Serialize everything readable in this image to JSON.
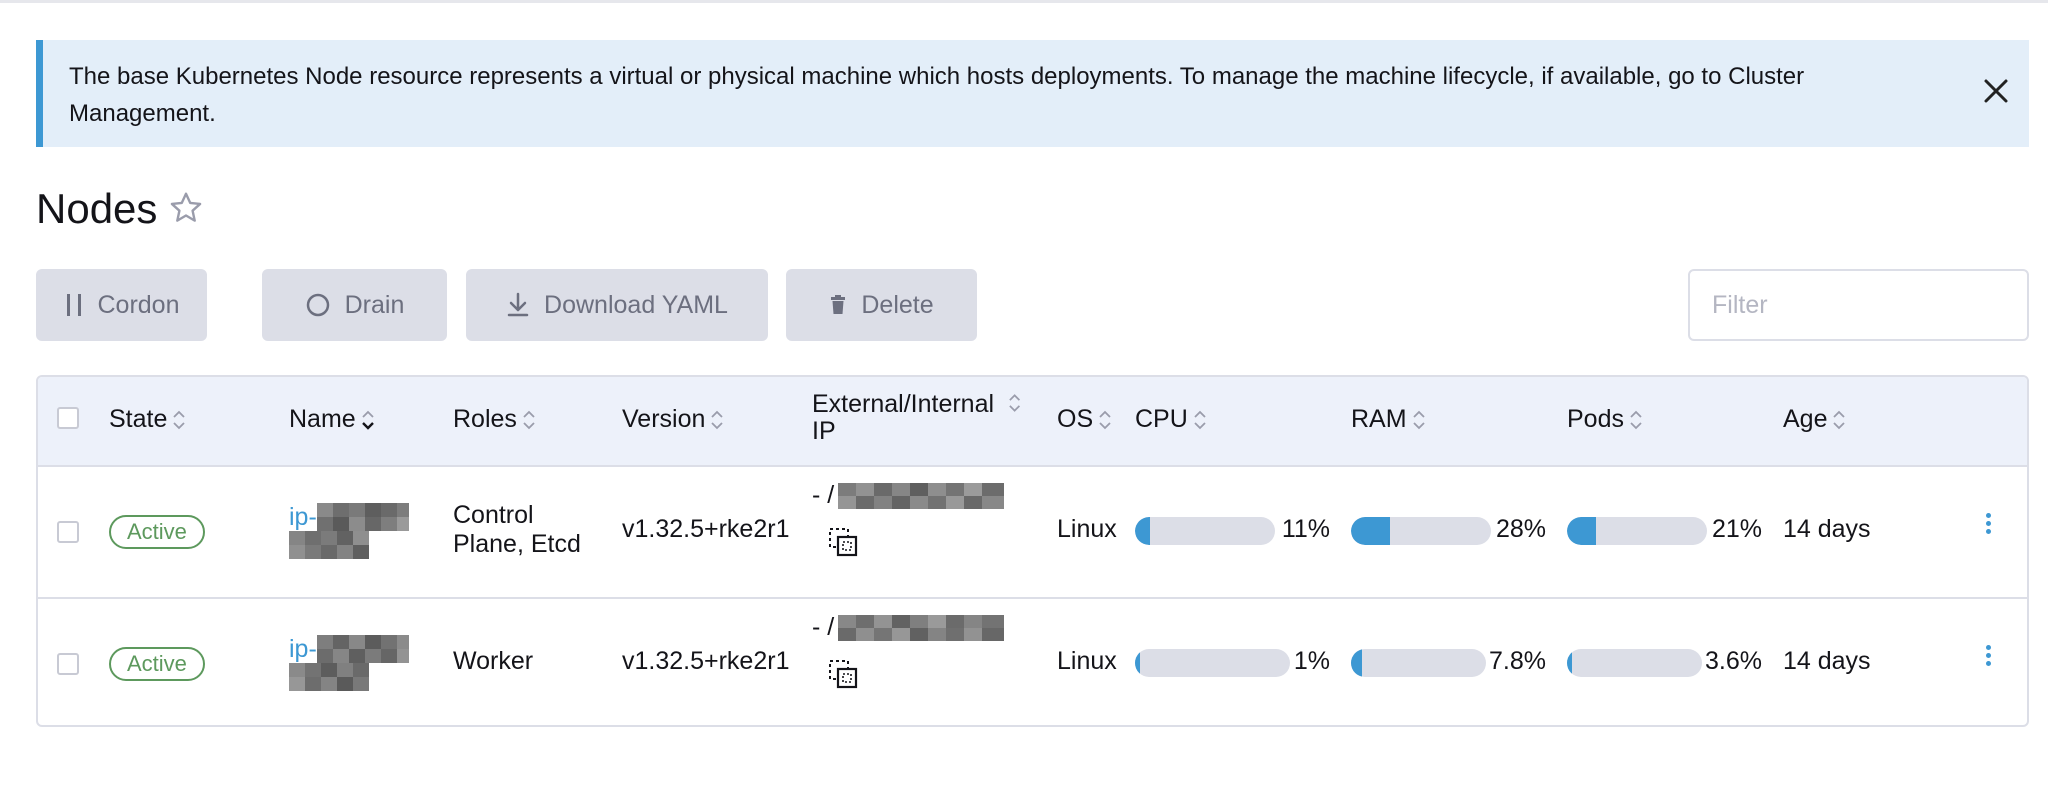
{
  "banner": {
    "text": "The base Kubernetes Node resource represents a virtual or physical machine which hosts deployments. To manage the machine lifecycle, if available, go to Cluster Management.",
    "close_icon": "close-icon"
  },
  "page": {
    "title": "Nodes",
    "star_icon": "star-outline-icon"
  },
  "toolbar": {
    "cordon_label": "Cordon",
    "drain_label": "Drain",
    "download_label": "Download YAML",
    "delete_label": "Delete",
    "filter_placeholder": "Filter"
  },
  "table": {
    "columns": [
      "State",
      "Name",
      "Roles",
      "Version",
      "External/Internal IP",
      "OS",
      "CPU",
      "RAM",
      "Pods",
      "Age"
    ],
    "rows": [
      {
        "state": "Active",
        "name_prefix": "ip-",
        "roles": "Control Plane, Etcd",
        "version": "v1.32.5+rke2r1",
        "ip_prefix": "- /",
        "os": "Linux",
        "cpu": "11%",
        "cpu_fraction": 0.11,
        "ram": "28%",
        "ram_fraction": 0.28,
        "pods": "21%",
        "pods_fraction": 0.21,
        "age": "14 days"
      },
      {
        "state": "Active",
        "name_prefix": "ip-",
        "roles": "Worker",
        "version": "v1.32.5+rke2r1",
        "ip_prefix": "- /",
        "os": "Linux",
        "cpu": "1%",
        "cpu_fraction": 0.01,
        "ram": "7.8%",
        "ram_fraction": 0.078,
        "pods": "3.6%",
        "pods_fraction": 0.036,
        "age": "14 days"
      }
    ]
  },
  "colors": {
    "accent": "#3d98d3",
    "active_green": "#5d995d",
    "banner_bg": "#e3eef9",
    "button_bg": "#dcdee7"
  }
}
